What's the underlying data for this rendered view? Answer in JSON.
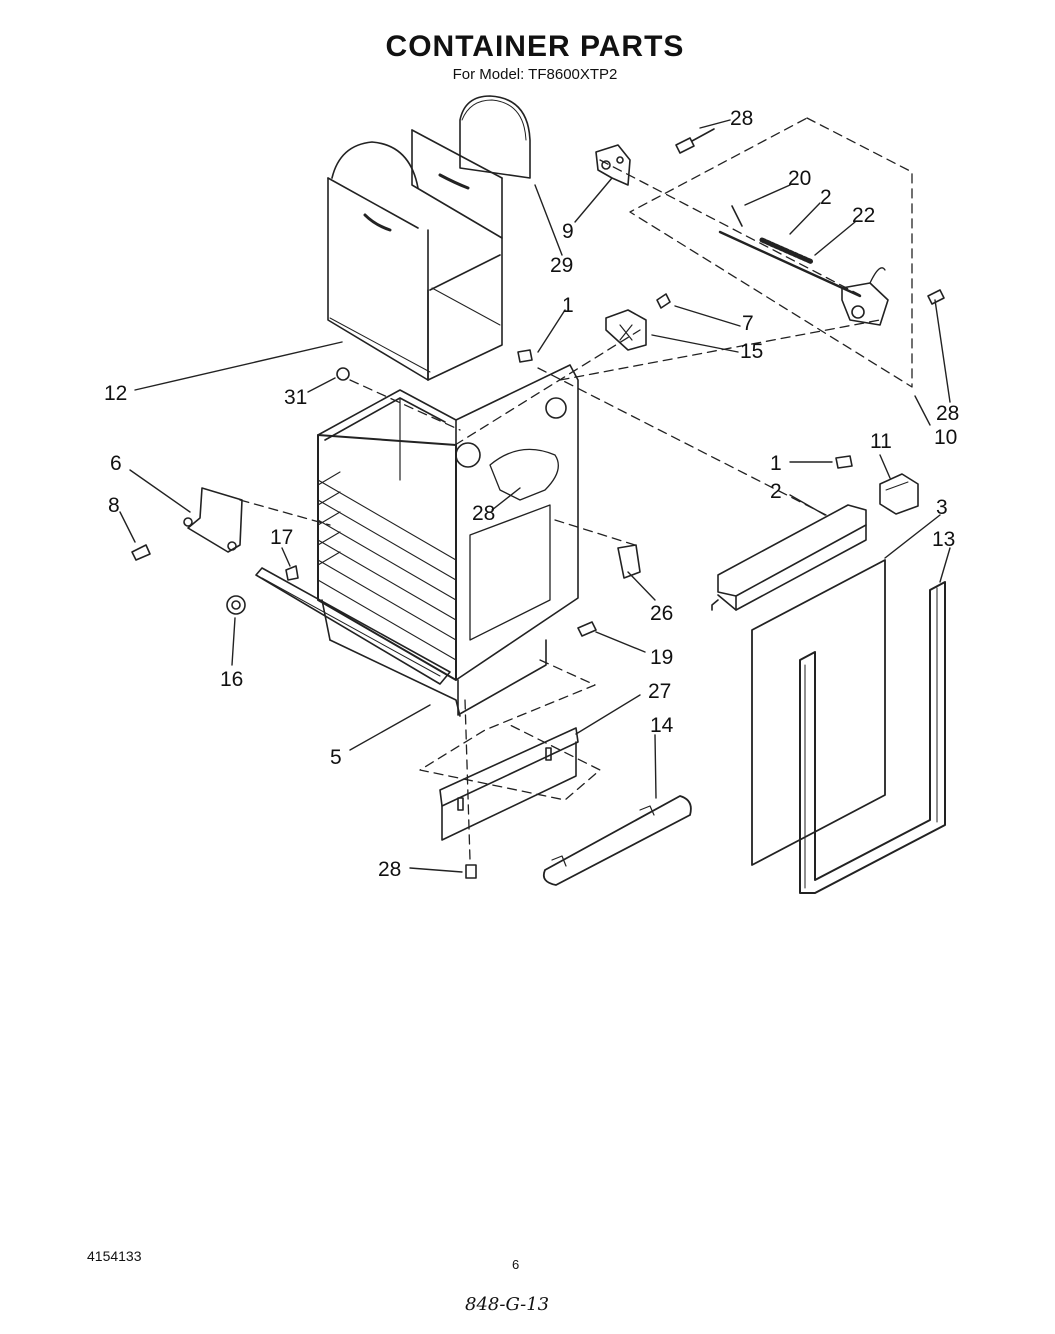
{
  "header": {
    "title": "CONTAINER PARTS",
    "subtitle": "For Model: TF8600XTP2"
  },
  "callouts": {
    "c28a": "28",
    "c20": "20",
    "c2a": "2",
    "c22": "22",
    "c9": "9",
    "c29": "29",
    "c1a": "1",
    "c7": "7",
    "c15": "15",
    "c12": "12",
    "c31": "31",
    "c28b": "28",
    "c10": "10",
    "c11": "11",
    "c1b": "1",
    "c6": "6",
    "c2b": "2",
    "c3": "3",
    "c13": "13",
    "c8": "8",
    "c28c": "28",
    "c17": "17",
    "c26": "26",
    "c19": "19",
    "c16": "16",
    "c27": "27",
    "c14": "14",
    "c5": "5",
    "c28d": "28"
  },
  "footer": {
    "doc_number": "4154133",
    "page_number": "6",
    "handwritten_code": "848-G-13"
  }
}
